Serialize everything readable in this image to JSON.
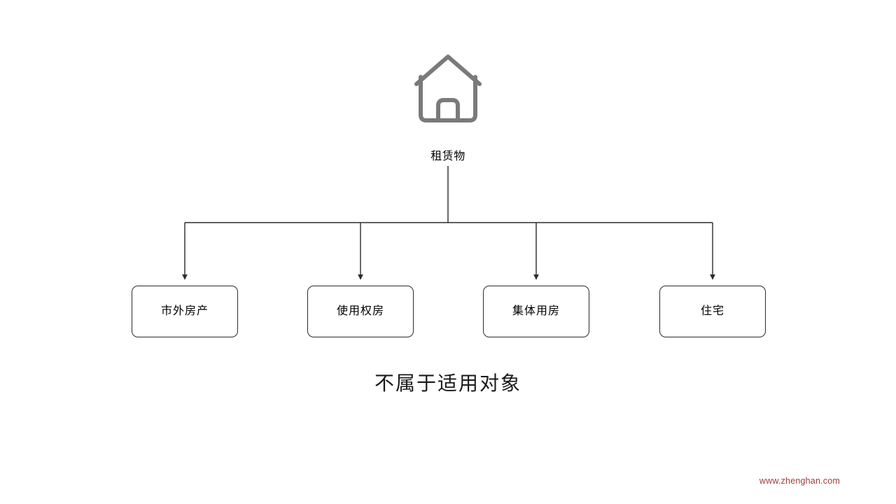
{
  "diagram": {
    "type": "tree",
    "root": {
      "icon": "house-icon",
      "label": "租赁物",
      "icon_color": "#7a7a7a"
    },
    "children": [
      {
        "label": "市外房产"
      },
      {
        "label": "使用权房"
      },
      {
        "label": "集体用房"
      },
      {
        "label": "住宅"
      }
    ],
    "caption": "不属于适用对象",
    "line_color": "#2b2b2b",
    "box_border_color": "#2b2b2b",
    "background_color": "#ffffff"
  },
  "watermark": {
    "text": "www.zhenghan.com",
    "color": "#9e3b3b"
  }
}
